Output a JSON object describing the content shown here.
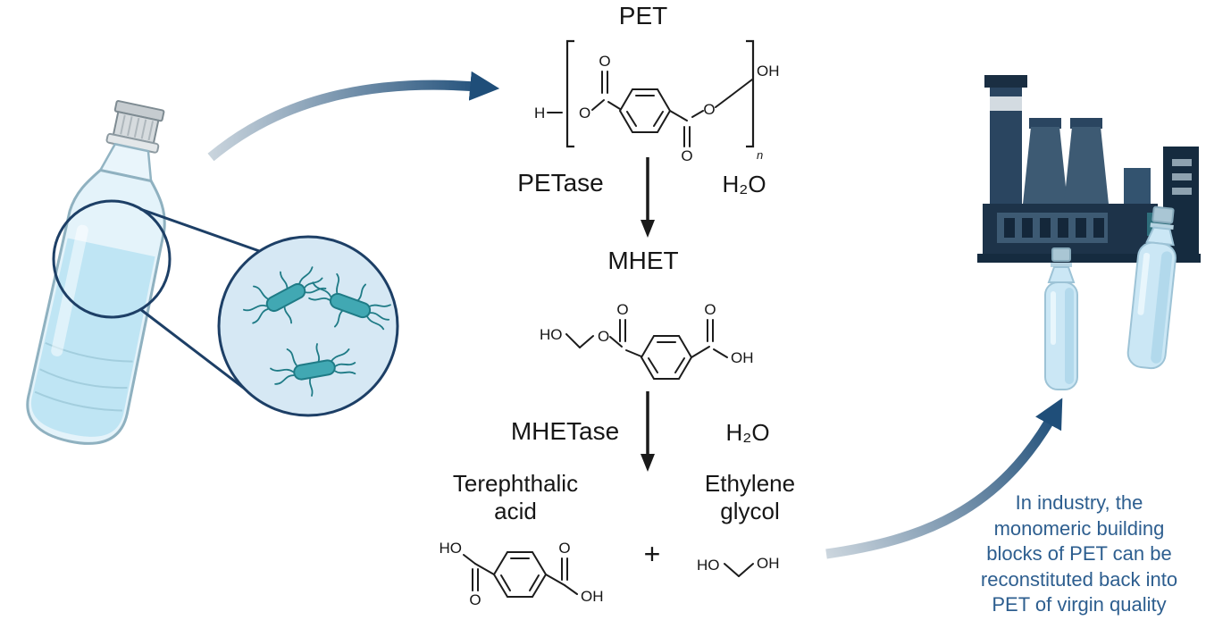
{
  "molecules": {
    "pet": {
      "title": "PET",
      "end_h": "H",
      "ester_o_left": "O",
      "carbonyl_o_left": "O",
      "carbonyl_o_right": "O",
      "ester_o_right": "O",
      "end_oh": "OH",
      "repeat_subscript": "n"
    },
    "mhet": {
      "title": "MHET",
      "ho": "HO",
      "ester_o": "O",
      "carbonyl_o_left": "O",
      "carbonyl_o_right": "O",
      "oh": "OH"
    },
    "terephthalic_acid": {
      "name_line1": "Terephthalic",
      "name_line2": "acid",
      "ho": "HO",
      "o_lower_left": "O",
      "o_upper_right": "O",
      "oh": "OH"
    },
    "ethylene_glycol": {
      "name_line1": "Ethylene",
      "name_line2": "glycol",
      "ho": "HO",
      "oh": "OH"
    }
  },
  "reactions": {
    "step1": {
      "enzyme": "PETase",
      "reagent": "H₂O"
    },
    "step2": {
      "enzyme": "MHETase",
      "reagent": "H₂O"
    }
  },
  "plus_sign": "+",
  "industry_note": {
    "lines": [
      "In industry, the",
      "monomeric building",
      "blocks of PET can be",
      "reconstituted back into",
      "PET of virgin quality"
    ]
  },
  "colors": {
    "arrow_dark": "#1f4e79",
    "arrow_gradient_start": "#c9d4dd",
    "reaction_arrow": "#1a1a1a",
    "note_text": "#2d5e8f",
    "bacteria_fill": "#41a8b3",
    "bacteria_outline": "#1f7b86",
    "bottle_fill": "#e4f3fa",
    "bottle_water": "#bfe5f4",
    "zoom_circle_fill": "#d6e8f4",
    "zoom_outline": "#1d3f66",
    "factory_dark": "#152b3f",
    "factory_navy": "#1d3349",
    "factory_mid": "#3d5a73",
    "factory_teal": "#2e6e7b"
  }
}
